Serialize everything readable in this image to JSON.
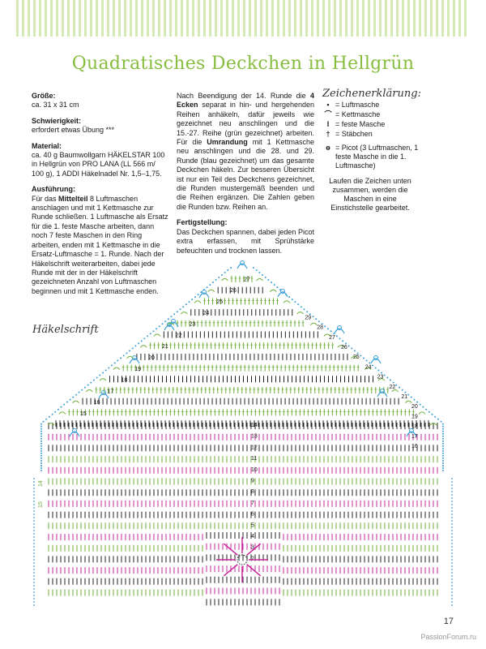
{
  "page": {
    "title": "Quadratisches Deckchen in Hellgrün",
    "page_number": "17",
    "watermark": "PassionForum.ru"
  },
  "colors": {
    "accent": "#86bd3f",
    "stripe": "#cfe6ad",
    "blue": "#3b9fd8",
    "green": "#6fae3a",
    "pink": "#c5259a",
    "dark": "#222222"
  },
  "left_column": {
    "size_label": "Größe:",
    "size_value": "ca. 31 x 31 cm",
    "difficulty_label": "Schwierigkeit:",
    "difficulty_value": "erfordert etwas Übung ***",
    "material_label": "Material:",
    "material_value": "ca. 40 g Baumwollgarn HÄKELSTAR 100 in Hellgrün von PRO LANA (LL 566 m/ 100 g), 1 ADDI Häkelnadel Nr. 1,5–1,75.",
    "execution_label": "Ausführung:",
    "execution_pre": "Für das ",
    "execution_bold": "Mittelteil",
    "execution_post": " 8 Luftmaschen anschlagen und mit 1 Kettmasche zur Runde schließen. 1 Luftmasche als Ersatz für die 1. feste Masche arbeiten, dann noch 7 feste Maschen in den Ring arbeiten, enden mit 1 Kettmasche in die Ersatz-Luftmasche = 1. Runde. Nach der Häkelschrift weiterarbeiten, dabei jede Runde mit der in der Häkelschrift gezeichneten Anzahl von Luftmaschen beginnen und mit 1 Kettmasche enden."
  },
  "middle_column": {
    "p1_a": "Nach Beendigung der 14. Runde die ",
    "p1_b": "4 Ecken",
    "p1_c": " separat in hin- und hergehenden Reihen anhäkeln, dafür jeweils wie gezeichnet neu anschlingen und die 15.-27. Reihe (grün gezeichnet) arbeiten. Für die ",
    "p1_d": "Umrandung",
    "p1_e": " mit 1 Kettmasche neu anschlingen und die 28. und 29. Runde (blau gezeichnet) um das gesamte Deckchen häkeln. Zur besseren Übersicht ist nur ein Teil des Deckchens gezeichnet, die Runden mustergemäß beenden und die Reihen ergänzen. Die Zahlen geben die Runden bzw. Reihen an.",
    "finish_label": "Fertigstellung:",
    "finish_value": "Das Deckchen spannen, dabei jeden Picot extra erfassen, mit Sprühstärke befeuchten und trocknen lassen."
  },
  "legend": {
    "title": "Zeichenerklärung:",
    "items": [
      {
        "symbol": "•",
        "label": "= Luftmasche"
      },
      {
        "symbol": "⌒",
        "label": "= Kettmasche"
      },
      {
        "symbol": "I",
        "label": "= feste Masche"
      },
      {
        "symbol": "†",
        "label": "= Stäbchen"
      },
      {
        "symbol": "ɵ",
        "label": "= Picot (3 Luftmaschen, 1 feste Masche in die 1. Luftmasche)"
      }
    ],
    "note": "Laufen die Zeichen unten zusammen, werden die Maschen in eine Einstichstelle gearbeitet."
  },
  "diagram": {
    "label": "Häkelschrift",
    "row_numbers_center": [
      "14",
      "13",
      "12",
      "11",
      "10",
      "9",
      "8",
      "7",
      "6",
      "5",
      "4",
      "3",
      "2"
    ],
    "row_numbers_left": [
      "15",
      "16",
      "17",
      "18",
      "19",
      "20",
      "21",
      "22",
      "23",
      "24",
      "25",
      "26",
      "27"
    ],
    "row_numbers_right": [
      "16",
      "17",
      "18",
      "19",
      "20",
      "21",
      "22",
      "23",
      "24",
      "25",
      "26",
      "27",
      "28",
      "29"
    ],
    "left_edge_numbers": [
      "14",
      "15"
    ]
  }
}
